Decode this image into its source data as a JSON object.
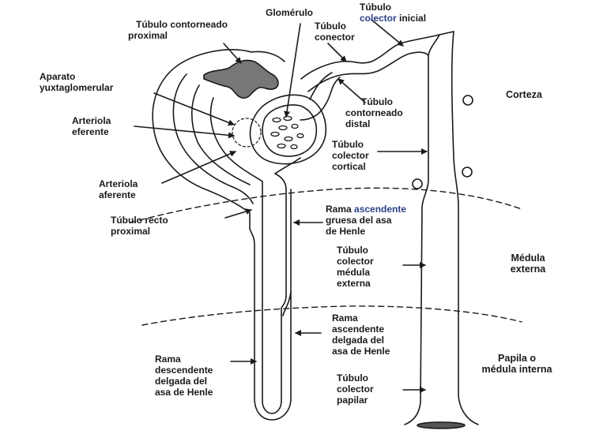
{
  "labels": {
    "tubulo_contorneado_proximal": [
      "Túbulo contorneado",
      "proximal"
    ],
    "glomerulo": "Glomérulo",
    "tubulo_conector": [
      "Túbulo",
      "conector"
    ],
    "tubulo_colector_inicial": {
      "line1": "Túbulo",
      "line2a": "colector",
      "line2b": " inicial"
    },
    "aparato_yuxtaglomerular": [
      "Aparato",
      "yuxtaglomerular"
    ],
    "arteriola_eferente": [
      "Arteriola",
      "eferente"
    ],
    "arteriola_aferente": [
      "Arteriola",
      "aferente"
    ],
    "tubulo_contorneado_distal": [
      "Túbulo",
      "contorneado",
      "distal"
    ],
    "tubulo_colector_cortical": [
      "Túbulo",
      "colector",
      "cortical"
    ],
    "tubulo_recto_proximal": [
      "Túbulo recto",
      "proximal"
    ],
    "rama_ascendente_gruesa": {
      "line1a": "Rama ",
      "line1b": "ascendente",
      "line2": "gruesa del asa",
      "line3": "de Henle"
    },
    "tubulo_colector_medula_externa": [
      "Túbulo",
      "colector",
      "médula",
      "externa"
    ],
    "rama_ascendente_delgada": [
      "Rama",
      "ascendente",
      "delgada del",
      "asa de Henle"
    ],
    "rama_descendente_delgada": [
      "Rama",
      "descendente",
      "delgada del",
      "asa de Henle"
    ],
    "tubulo_colector_papilar": [
      "Túbulo",
      "colector",
      "papilar"
    ]
  },
  "zones": {
    "corteza": "Corteza",
    "medula_externa": [
      "Médula",
      "externa"
    ],
    "papila": [
      "Papila o",
      "médula interna"
    ]
  },
  "colors": {
    "line": "#1a1a1a",
    "accent_text": "#2a3f86",
    "background": "#ffffff"
  }
}
